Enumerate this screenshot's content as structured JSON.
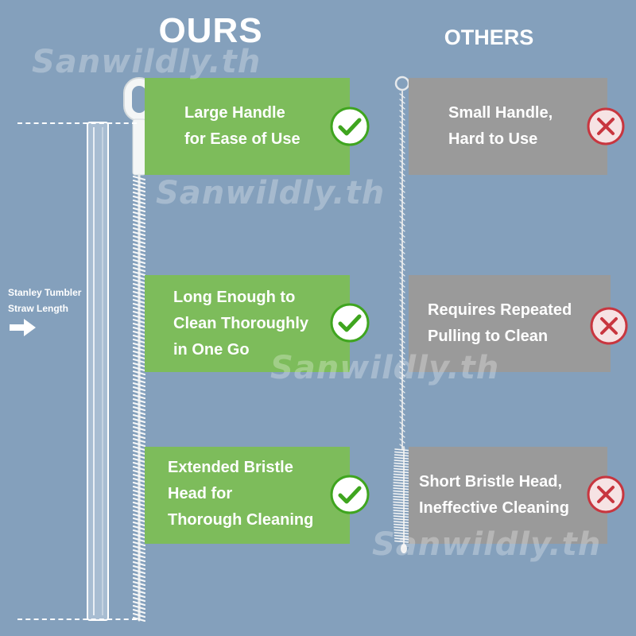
{
  "headings": {
    "ours": "OURS",
    "others": "OTHERS"
  },
  "watermark": "Sanwildly.th",
  "straw_label": {
    "line1": "Stanley Tumbler",
    "line2": "Straw Length"
  },
  "ours": [
    {
      "lines": [
        "Large Handle",
        "for Ease of Use"
      ],
      "icon": "check-circle-icon"
    },
    {
      "lines": [
        "Long Enough to",
        "Clean Thoroughly",
        "in One Go"
      ],
      "icon": "check-circle-icon"
    },
    {
      "lines": [
        "Extended Bristle",
        "Head for",
        "Thorough Cleaning"
      ],
      "icon": "check-circle-icon"
    }
  ],
  "others": [
    {
      "lines": [
        "Small Handle,",
        "Hard to Use"
      ],
      "icon": "x-circle-icon"
    },
    {
      "lines": [
        "Requires Repeated",
        "Pulling to Clean"
      ],
      "icon": "x-circle-icon"
    },
    {
      "lines": [
        "Short Bristle Head,",
        "Ineffective Cleaning"
      ],
      "icon": "x-circle-icon"
    }
  ],
  "colors": {
    "background": "#84a0bc",
    "ours_box": "#7dbc5b",
    "others_box": "#9a9a9a",
    "check": "#3fa51f",
    "cross": "#c8363f"
  }
}
